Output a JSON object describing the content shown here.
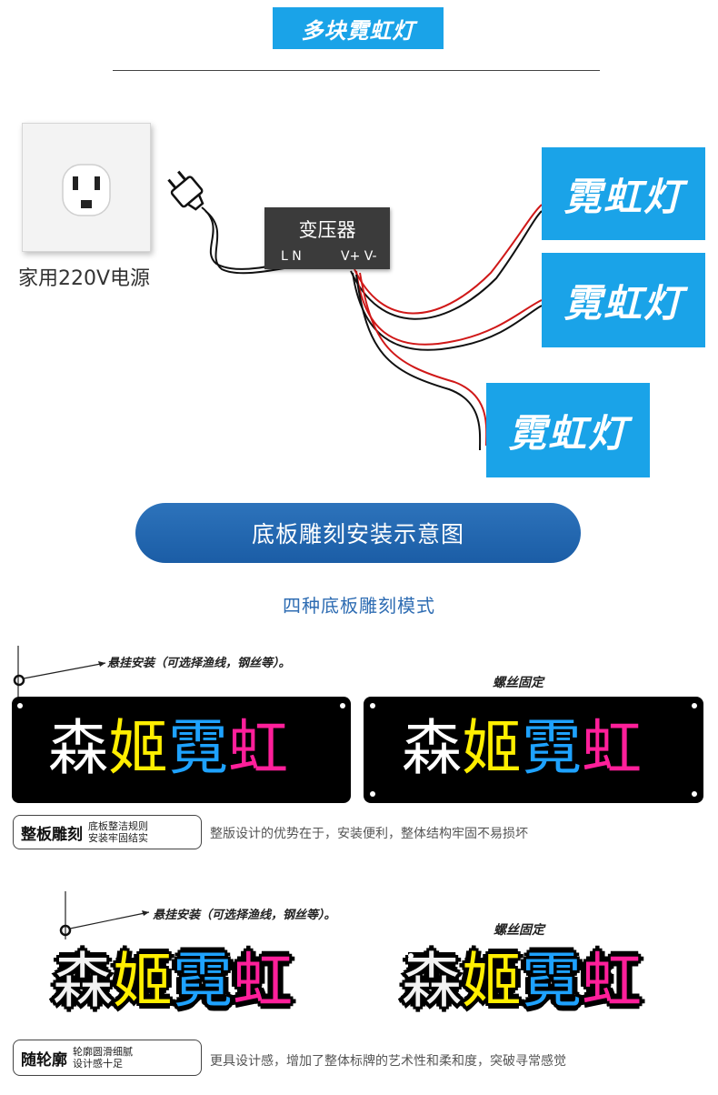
{
  "header": {
    "title": "多块霓虹灯"
  },
  "diagram": {
    "power_label": "家用220V电源",
    "transformer": {
      "title": "变压器",
      "terminals_in": "L N",
      "terminals_out": "V+ V-"
    },
    "neon_labels": [
      "霓虹灯",
      "霓虹灯",
      "霓虹灯"
    ]
  },
  "section": {
    "title": "底板雕刻安装示意图",
    "subtitle": "四种底板雕刻模式"
  },
  "sign_chars": [
    {
      "char": "森",
      "color": "#ffffff"
    },
    {
      "char": "姬",
      "color": "#ffee00"
    },
    {
      "char": "霓",
      "color": "#1ea2ff"
    },
    {
      "char": "虹",
      "color": "#ff1f9a"
    }
  ],
  "modes": [
    {
      "hang_note": "悬挂安装（可选择渔线，钢丝等）。",
      "screw_note": "螺丝固定",
      "badge_title": "整板雕刻",
      "badge_desc": [
        "底板整洁规则",
        "安装牢固结实"
      ],
      "note": "整版设计的优势在于，安装便利，整体结构牢固不易损坏"
    },
    {
      "hang_note": "悬挂安装（可选择渔线，钢丝等）。",
      "screw_note": "螺丝固定",
      "badge_title": "随轮廓",
      "badge_desc": [
        "轮廓圆滑细腻",
        "设计感十足"
      ],
      "note": "更具设计感，增加了整体标牌的艺术性和柔和度，突破寻常感觉"
    }
  ]
}
